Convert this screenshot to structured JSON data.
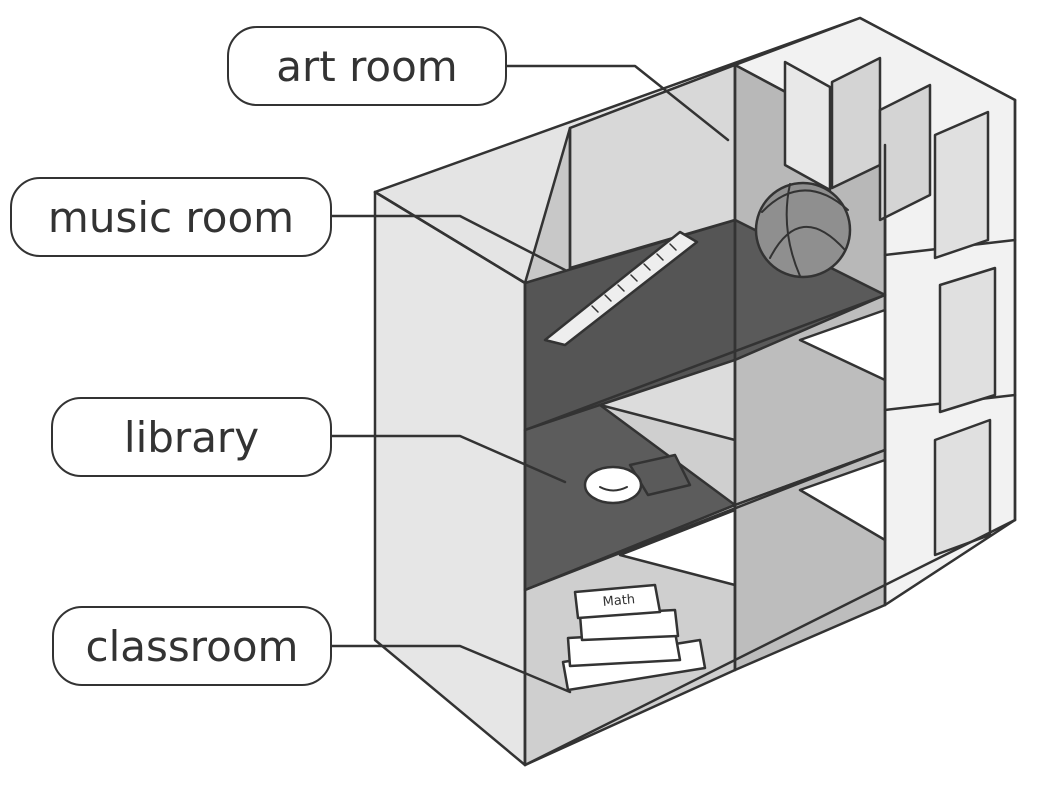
{
  "labels": {
    "art_room": "art room",
    "music_room": "music room",
    "library": "library",
    "classroom": "classroom"
  },
  "book_title": "Math",
  "colors": {
    "ink": "#333333",
    "light_gray": "#e8e8e8",
    "mid_gray": "#b4b4b4",
    "dark_gray": "#6f6f6f",
    "darkest_gray": "#555555"
  }
}
